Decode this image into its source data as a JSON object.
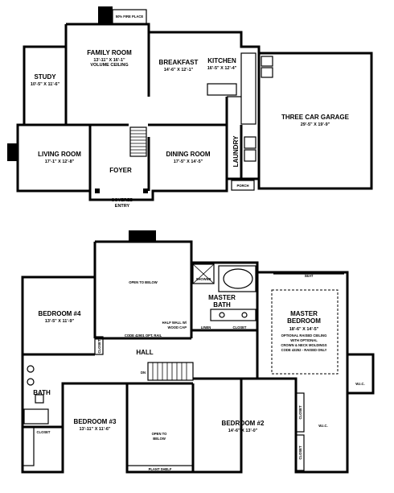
{
  "first_floor": {
    "family_room": {
      "name": "FAMILY ROOM",
      "dim": "13'-11\" X 16'-1\"",
      "note": "VOLUME CEILING"
    },
    "fireplace": "50% FIRE PLACE",
    "breakfast": {
      "name": "BREAKFAST",
      "dim": "14'-6\" X 12'-1\""
    },
    "kitchen": {
      "name": "KITCHEN",
      "dim": "16'-5\" X 12'-4\""
    },
    "study": {
      "name": "STUDY",
      "dim": "10'-5\" X 11'-6\""
    },
    "living_room": {
      "name": "LIVING ROOM",
      "dim": "17'-1\" X 12'-8\""
    },
    "foyer": {
      "name": "FOYER"
    },
    "dining_room": {
      "name": "DINING ROOM",
      "dim": "17'-5\" X 14'-5\""
    },
    "laundry": {
      "name": "LAUNDRY"
    },
    "porch": {
      "name": "PORCH"
    },
    "covered_entry": {
      "line1": "COVERED",
      "line2": "ENTRY"
    },
    "garage": {
      "name": "THREE CAR GARAGE",
      "dim": "29'-5\" X 19'-9\""
    }
  },
  "second_floor": {
    "open_to_below_1": "OPEN TO BELOW",
    "bedroom4": {
      "name": "BEDROOM #4",
      "dim": "13'-5\" X 11'-9\""
    },
    "half_wall": {
      "line1": "HALF WALL W/",
      "line2": "WOOD CAP"
    },
    "rail_note": "CODE 42901 OPT. RAIL",
    "shower": "SHOWER",
    "master_bath": {
      "line1": "MASTER",
      "line2": "BATH"
    },
    "linen": "LINEN",
    "closet": "CLOSET",
    "seat": "SEAT",
    "master_bedroom": {
      "line1": "MASTER",
      "line2": "BEDROOM",
      "dim": "18'-6\" X 14'-5\"",
      "note1": "OPTIONAL RAISED CEILING",
      "note2": "WITH OPTIONAL",
      "note3": "CROWN & NECK MOLDINGS",
      "note4": "CODE 43252 - RAISED ONLY"
    },
    "hall": "HALL",
    "dn": "DN",
    "bath": "BATH",
    "bedroom3": {
      "name": "BEDROOM #3",
      "dim": "13'-11\" X 11'-6\""
    },
    "open_to_below_2": {
      "line1": "OPEN TO",
      "line2": "BELOW"
    },
    "bedroom2": {
      "name": "BEDROOM #2",
      "dim": "14'-6\" X 13'-0\""
    },
    "wic1": "W.I.C.",
    "wic2": "W.I.C.",
    "plant_shelf": "PLANT SHELF"
  }
}
